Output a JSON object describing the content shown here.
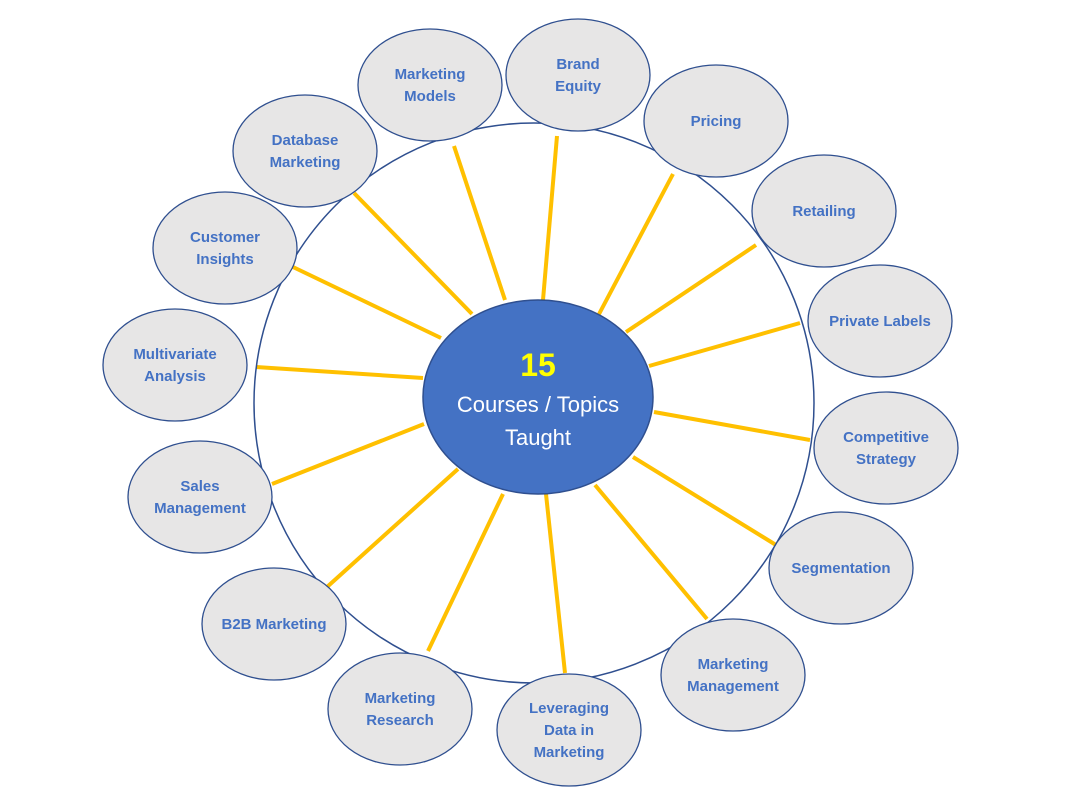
{
  "center": {
    "count": "15",
    "line1": "Courses / Topics",
    "line2": "Taught"
  },
  "topics": [
    {
      "lines": [
        "Marketing",
        "Models"
      ]
    },
    {
      "lines": [
        "Brand",
        "Equity"
      ]
    },
    {
      "lines": [
        "Pricing"
      ]
    },
    {
      "lines": [
        "Retailing"
      ]
    },
    {
      "lines": [
        "Private Labels"
      ]
    },
    {
      "lines": [
        "Competitive",
        "Strategy"
      ]
    },
    {
      "lines": [
        "Segmentation"
      ]
    },
    {
      "lines": [
        "Marketing",
        "Management"
      ]
    },
    {
      "lines": [
        "Leveraging",
        "Data in",
        "Marketing"
      ]
    },
    {
      "lines": [
        "Marketing",
        "Research"
      ]
    },
    {
      "lines": [
        "B2B Marketing"
      ]
    },
    {
      "lines": [
        "Sales",
        "Management"
      ]
    },
    {
      "lines": [
        "Multivariate",
        "Analysis"
      ]
    },
    {
      "lines": [
        "Customer",
        "Insights"
      ]
    },
    {
      "lines": [
        "Database",
        "Marketing"
      ]
    }
  ],
  "colors": {
    "spoke": "#ffc000",
    "center_fill": "#4472c4",
    "center_count": "#ffff00",
    "bubble_fill": "#e7e6e6",
    "outline": "#2f4f8f",
    "topic_text": "#4472c4"
  }
}
